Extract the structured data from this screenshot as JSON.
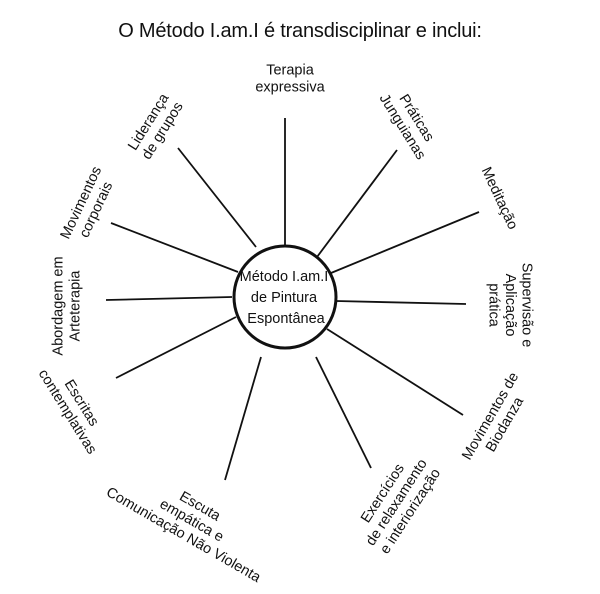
{
  "title": "O Método I.am.I é transdisciplinar e inclui:",
  "center": {
    "lines": [
      "Método I.am.I",
      "de Pintura",
      "Espontânea"
    ]
  },
  "spokes": [
    {
      "name": "terapia-expressiva",
      "lines": [
        "Terapia",
        "expressiva"
      ]
    },
    {
      "name": "praticas-junguianas",
      "lines": [
        "Práticas",
        "Junguianas"
      ]
    },
    {
      "name": "meditacao",
      "lines": [
        "Meditação"
      ]
    },
    {
      "name": "supervisao-aplicacao",
      "lines": [
        "Supervisão e",
        "Aplicação",
        "prática"
      ]
    },
    {
      "name": "movimentos-biodanza",
      "lines": [
        "Movimentos de",
        "Biodanza"
      ]
    },
    {
      "name": "exercicios-relaxamento",
      "lines": [
        "Exercícios",
        "de relaxamento",
        "e interiorização"
      ]
    },
    {
      "name": "escuta-empatica",
      "lines": [
        "Escuta",
        "empática e",
        "Comunicação Não Violenta"
      ]
    },
    {
      "name": "escritas-contemplativas",
      "lines": [
        "Escritas",
        "contemplativas"
      ]
    },
    {
      "name": "abordagem-arteterapia",
      "lines": [
        "Abordagem em",
        "Arteterapia"
      ]
    },
    {
      "name": "movimentos-corporais",
      "lines": [
        "Movimentos",
        "corporais"
      ]
    },
    {
      "name": "lideranca-grupos",
      "lines": [
        "Liderança",
        "de grupos"
      ]
    }
  ]
}
